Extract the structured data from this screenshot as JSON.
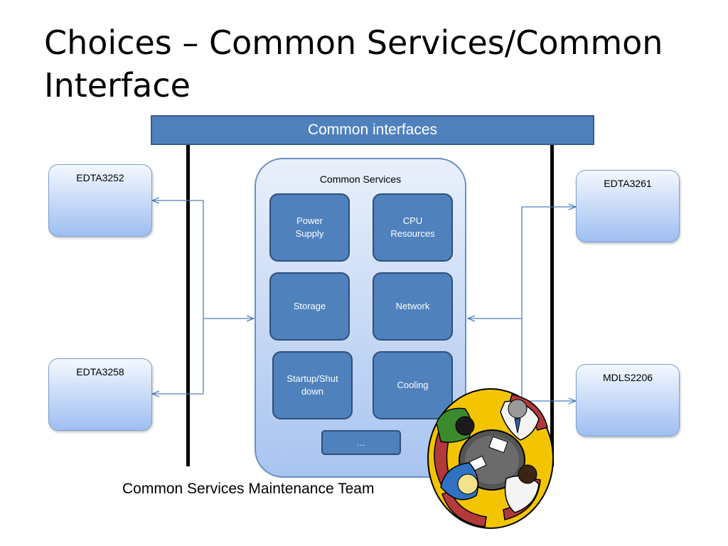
{
  "title": "Choices – Common Services/Common Interface",
  "common_interfaces_label": "Common interfaces",
  "common_services": {
    "title": "Common Services",
    "items": [
      {
        "label": "Power\nSupply"
      },
      {
        "label": "CPU\nResources"
      },
      {
        "label": "Storage"
      },
      {
        "label": "Network"
      },
      {
        "label": "Startup/Shut\ndown"
      },
      {
        "label": "Cooling"
      },
      {
        "label": "…"
      }
    ]
  },
  "left_boxes": [
    {
      "label": "EDTA3252"
    },
    {
      "label": "EDTA3258"
    }
  ],
  "right_boxes": [
    {
      "label": "EDTA3261"
    },
    {
      "label": "MDLS2206"
    }
  ],
  "caption": "Common Services Maintenance Team",
  "colors": {
    "bar_fill": "#4f81bd",
    "connector": "#4f81bd",
    "service_box": "#4f81bd"
  },
  "icons": [
    "meeting-team-clipart"
  ]
}
